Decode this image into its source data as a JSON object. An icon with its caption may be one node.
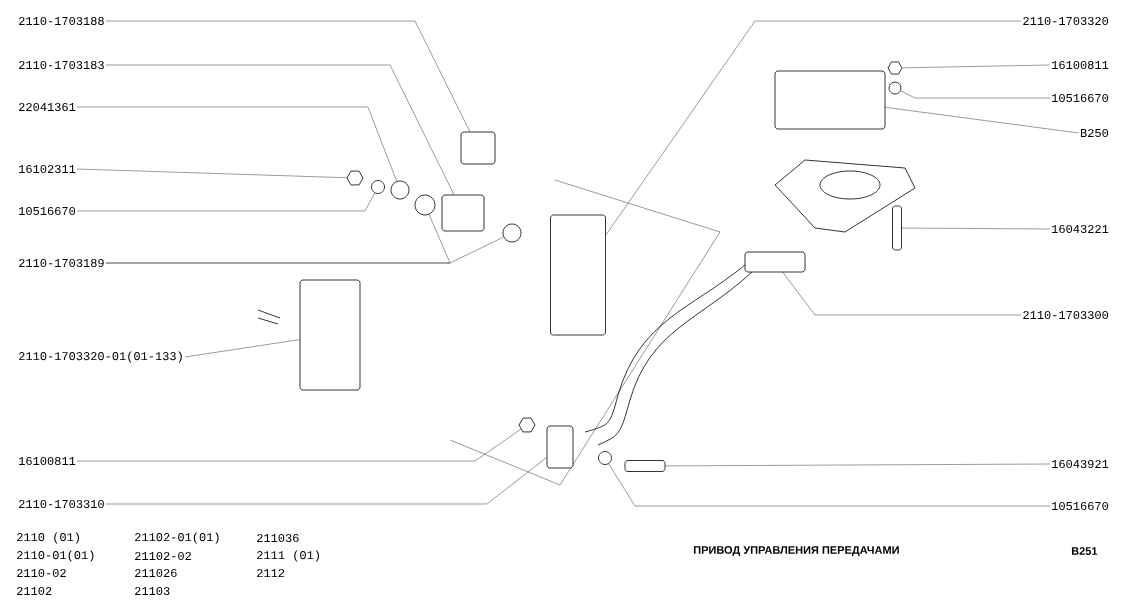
{
  "diagram": {
    "title": "ПРИВОД УПРАВЛЕНИЯ ПЕРЕДАЧАМИ",
    "nodes": [
      {
        "text": [
          "2110-1703188"
        ]
      },
      {
        "text": [
          "2110-1703183"
        ]
      },
      {
        "text": [
          "22041361"
        ]
      },
      {
        "text": [
          "16102311"
        ]
      },
      {
        "text": [
          "10516670"
        ]
      },
      {
        "text": [
          "2110-1703189"
        ]
      },
      {
        "text": [
          "2110-1703320-01(01-133)"
        ]
      },
      {
        "text": [
          "16100811"
        ]
      },
      {
        "text": [
          "2110-1703310"
        ]
      },
      {
        "text": [
          "2110-1703320"
        ]
      },
      {
        "text": [
          "16100811"
        ]
      },
      {
        "text": [
          "10516670"
        ]
      },
      {
        "text": [
          "B250"
        ]
      },
      {
        "text": [
          "16043221"
        ]
      },
      {
        "text": [
          "2110-1703300"
        ]
      },
      {
        "text": [
          "16043921"
        ]
      },
      {
        "text": [
          "10516670"
        ]
      },
      {
        "text": [],
        "shape": "box"
      },
      {
        "text": [],
        "shape": "box"
      },
      {
        "text": [],
        "shape": "circle"
      },
      {
        "text": [],
        "shape": "hexagon"
      },
      {
        "text": [],
        "shape": "circle"
      },
      {
        "text": [],
        "shape": "circle"
      },
      {
        "text": [],
        "shape": "circle"
      },
      {
        "text": [],
        "shape": "box"
      },
      {
        "text": [],
        "shape": "hexagon"
      },
      {
        "text": [],
        "shape": "box"
      },
      {
        "text": [],
        "shape": "box"
      },
      {
        "text": [],
        "shape": "hexagon"
      },
      {
        "text": [],
        "shape": "circle"
      },
      {
        "text": [],
        "shape": "box"
      },
      {
        "text": [],
        "shape": "box"
      },
      {
        "text": [],
        "shape": "box"
      },
      {
        "text": [],
        "shape": "box"
      },
      {
        "text": [],
        "shape": "circle"
      }
    ],
    "edges": [
      {
        "from": 0,
        "to": 17,
        "arrow": "none"
      },
      {
        "from": 1,
        "to": 18,
        "arrow": "none"
      },
      {
        "from": 2,
        "to": 19,
        "arrow": "none"
      },
      {
        "from": 3,
        "to": 20,
        "arrow": "none"
      },
      {
        "from": 4,
        "to": 21,
        "arrow": "none"
      },
      {
        "from": 5,
        "to": 22,
        "arrow": "none"
      },
      {
        "from": 5,
        "to": 23,
        "arrow": "none"
      },
      {
        "from": 6,
        "to": 24,
        "arrow": "none"
      },
      {
        "from": 7,
        "to": 25,
        "arrow": "none"
      },
      {
        "from": 8,
        "to": 26,
        "arrow": "none"
      },
      {
        "from": 9,
        "to": 27,
        "arrow": "none"
      },
      {
        "from": 10,
        "to": 28,
        "arrow": "none"
      },
      {
        "from": 11,
        "to": 29,
        "arrow": "none"
      },
      {
        "from": 12,
        "to": 30,
        "arrow": "none"
      },
      {
        "from": 13,
        "to": 31,
        "arrow": "none"
      },
      {
        "from": 14,
        "to": 32,
        "arrow": "none"
      },
      {
        "from": 15,
        "to": 33,
        "arrow": "none"
      },
      {
        "from": 16,
        "to": 34,
        "arrow": "none"
      }
    ],
    "labels": [
      "2110 (01)",
      "21102-01(01)",
      "211036",
      "2110-01(01)",
      "21102-02",
      "2111 (01)",
      "2110-02",
      "211026",
      "2112",
      "21102",
      "21103",
      "B251"
    ]
  }
}
